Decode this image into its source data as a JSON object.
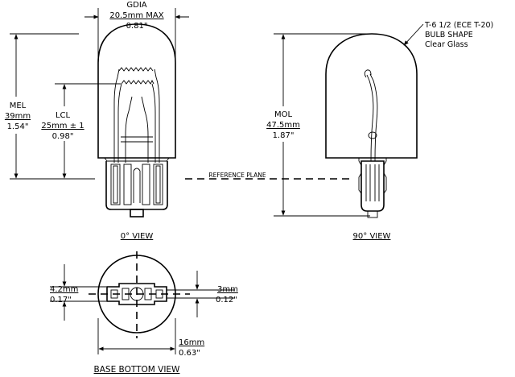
{
  "gdia": {
    "label": "GDIA",
    "mm": "20.5mm MAX",
    "in": "0.81\""
  },
  "mel": {
    "label": "MEL",
    "mm": "39mm",
    "in": "1.54\""
  },
  "lcl": {
    "label": "LCL",
    "mm": "25mm ± 1",
    "in": "0.98\""
  },
  "mol": {
    "label": "MOL",
    "mm": "47.5mm",
    "in": "1.87\""
  },
  "bulb_shape": {
    "line1": "T-6 1/2 (ECE T-20)",
    "line2": "BULB SHAPE",
    "line3": "Clear Glass"
  },
  "reference_plane": "REFERENCE PLANE",
  "view_0": "0° VIEW",
  "view_90": "90° VIEW",
  "base_bottom_view": "BASE BOTTOM VIEW",
  "dim_4_2": {
    "mm": "4.2mm",
    "in": "0.17\""
  },
  "dim_3": {
    "mm": "3mm",
    "in": "0.12\""
  },
  "dim_16": {
    "mm": "16mm",
    "in": "0.63\""
  }
}
